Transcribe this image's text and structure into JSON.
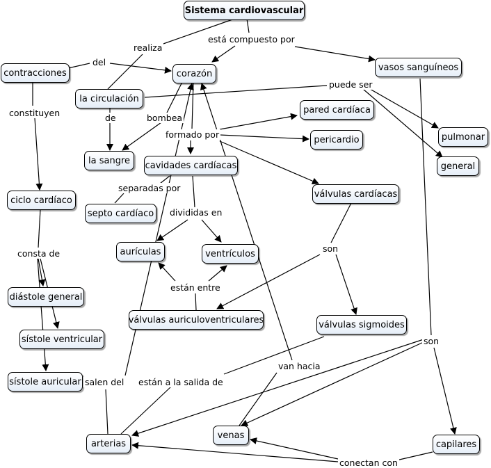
{
  "title": "Sistema cardiovascular",
  "nodes": {
    "contracciones": "contracciones",
    "corazon": "corazón",
    "vasos_sanguineos": "vasos sanguíneos",
    "la_circulacion": "la circulación",
    "pared_cardiaca": "pared cardíaca",
    "pericardio": "pericardio",
    "pulmonar": "pulmonar",
    "general": "general",
    "la_sangre": "la sangre",
    "cavidades_cardiacas": "cavidades cardíacas",
    "valvulas_cardiacas": "válvulas cardíacas",
    "ciclo_cardiaco": "ciclo cardíaco",
    "septo_cardiaco": "septo cardíaco",
    "auriculas": "aurículas",
    "ventriculos": "ventrículos",
    "diastole_general": "diástole general",
    "valvulas_auriculoventriculares": "válvulas auriculoventriculares",
    "valvulas_sigmoides": "válvulas sigmoides",
    "sistole_ventricular": "sístole ventricular",
    "sistole_auricular": "sístole auricular",
    "arterias": "arterias",
    "venas": "venas",
    "capilares": "capilares"
  },
  "links": {
    "realiza": "realiza",
    "esta_compuesto_por": "está compuesto por",
    "del": "del",
    "puede_ser": "puede ser",
    "constituyen": "constituyen",
    "de": "de",
    "bombea": "bombea",
    "formado_por": "formado por",
    "separadas_por": "separadas por",
    "divididas_en": "divididas en",
    "consta_de": "consta de",
    "son_valvulas": "son",
    "estan_entre": "están entre",
    "son_vasos": "son",
    "salen_del": "salen del",
    "estan_a_la_salida_de": "están a la salida de",
    "van_hacia": "van hacia",
    "conectan_con": "conectan con"
  }
}
